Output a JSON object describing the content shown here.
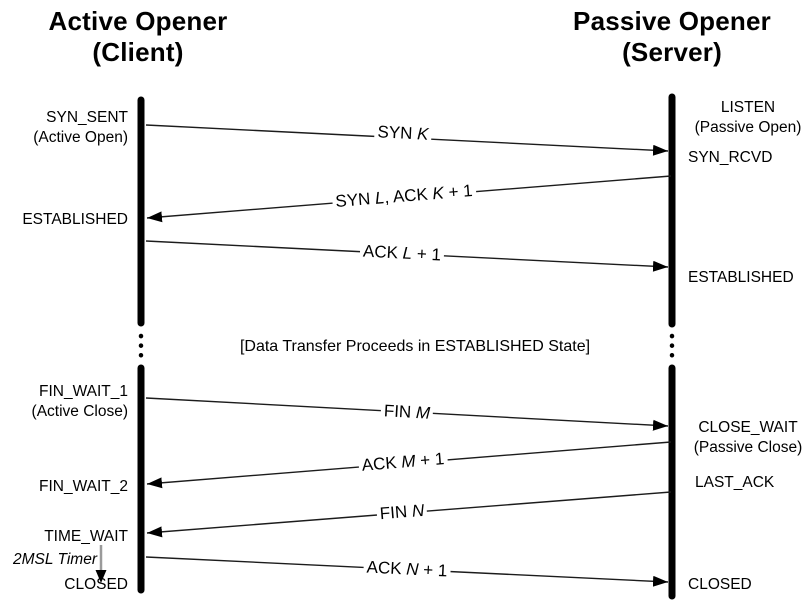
{
  "header": {
    "left_title": "Active Opener",
    "left_subtitle": "(Client)",
    "right_title": "Passive Opener",
    "right_subtitle": "(Server)"
  },
  "client_states": [
    {
      "label": "SYN_SENT",
      "sublabel": "(Active Open)"
    },
    {
      "label": "ESTABLISHED"
    },
    {
      "label": "FIN_WAIT_1",
      "sublabel": "(Active Close)"
    },
    {
      "label": "FIN_WAIT_2"
    },
    {
      "label": "TIME_WAIT"
    },
    {
      "label": "CLOSED"
    }
  ],
  "server_states": [
    {
      "label": "LISTEN",
      "sublabel": "(Passive Open)"
    },
    {
      "label": "SYN_RCVD"
    },
    {
      "label": "ESTABLISHED"
    },
    {
      "label": "CLOSE_WAIT",
      "sublabel": "(Passive Close)"
    },
    {
      "label": "LAST_ACK"
    },
    {
      "label": "CLOSED"
    }
  ],
  "messages": [
    {
      "name": "syn",
      "direction": "client-to-server",
      "p1": "SYN ",
      "i1": "K"
    },
    {
      "name": "syn-ack",
      "direction": "server-to-client",
      "p1": "SYN ",
      "i1": "L",
      "p2": ", ACK ",
      "i2": "K",
      "p3": " + 1"
    },
    {
      "name": "ack",
      "direction": "client-to-server",
      "p1": "ACK ",
      "i1": "L",
      "p2": " + 1"
    },
    {
      "name": "fin",
      "direction": "client-to-server",
      "p1": "FIN ",
      "i1": "M"
    },
    {
      "name": "fin-ack",
      "direction": "server-to-client",
      "p1": "ACK ",
      "i1": "M",
      "p2": " + 1"
    },
    {
      "name": "fin2",
      "direction": "server-to-client",
      "p1": "FIN ",
      "i1": "N"
    },
    {
      "name": "fin2-ack",
      "direction": "client-to-server",
      "p1": "ACK ",
      "i1": "N",
      "p2": " + 1"
    }
  ],
  "timer_note": "2MSL Timer",
  "transfer_note": "[Data Transfer Proceeds in ESTABLISHED State]",
  "colors": {
    "lifeline": "#000000",
    "arrow": "#1c1c1c",
    "timer_arrow_gray": "#9a9a9a",
    "background": "#ffffff"
  }
}
